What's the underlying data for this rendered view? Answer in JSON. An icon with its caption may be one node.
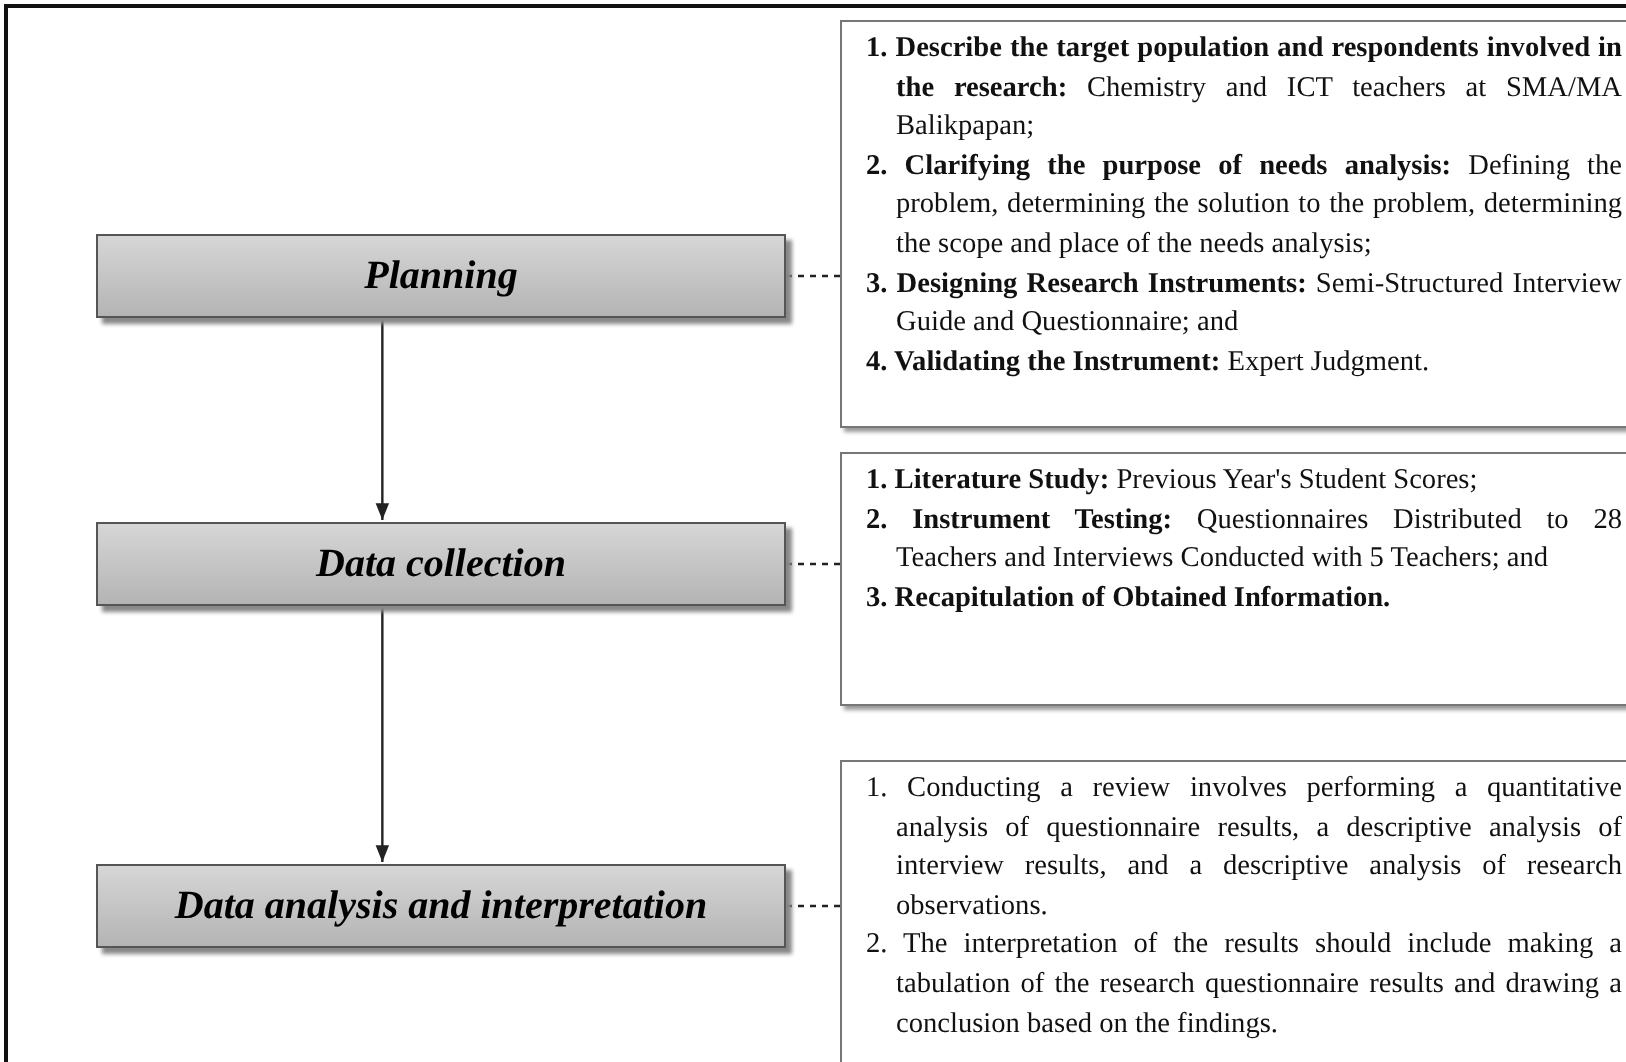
{
  "diagram": {
    "nodes": [
      {
        "text": [
          "Planning"
        ]
      },
      {
        "text": [
          "**1. Describe the target population and respondents involved in the research:** Chemistry and ICT teachers at SMA/MA Balikpapan;",
          "**2. Clarifying the purpose of needs analysis:** Defining the problem, determining the solution to the problem, determining the scope and place of the needs analysis;",
          "**3. Designing Research Instruments:** Semi-Structured Interview Guide and Questionnaire; and",
          "**4. Validating the Instrument:** Expert Judgment."
        ]
      },
      {
        "text": [
          "Data collection"
        ]
      },
      {
        "text": [
          "**1. Literature Study:** Previous Year's Student Scores;",
          "**2. Instrument Testing:** Questionnaires Distributed to 28 Teachers and Interviews Conducted with 5 Teachers; and",
          "**3. Recapitulation of Obtained Information.**"
        ]
      },
      {
        "text": [
          "Data analysis and interpretation"
        ]
      },
      {
        "text": [
          "1. Conducting a review involves performing a quantitative analysis of questionnaire results, a descriptive analysis of interview results, and a descriptive analysis of research observations.",
          "2. The interpretation of the results should include making a tabulation of the research questionnaire results and drawing a conclusion based on the findings."
        ]
      }
    ],
    "edges": [
      {
        "from": 0,
        "to": 1,
        "arrow": "none",
        "style": "dashed"
      },
      {
        "from": 0,
        "to": 2,
        "arrow": "to"
      },
      {
        "from": 2,
        "to": 3,
        "arrow": "none",
        "style": "dashed"
      },
      {
        "from": 2,
        "to": 4,
        "arrow": "to"
      },
      {
        "from": 4,
        "to": 5,
        "arrow": "none",
        "style": "dashed"
      }
    ]
  }
}
